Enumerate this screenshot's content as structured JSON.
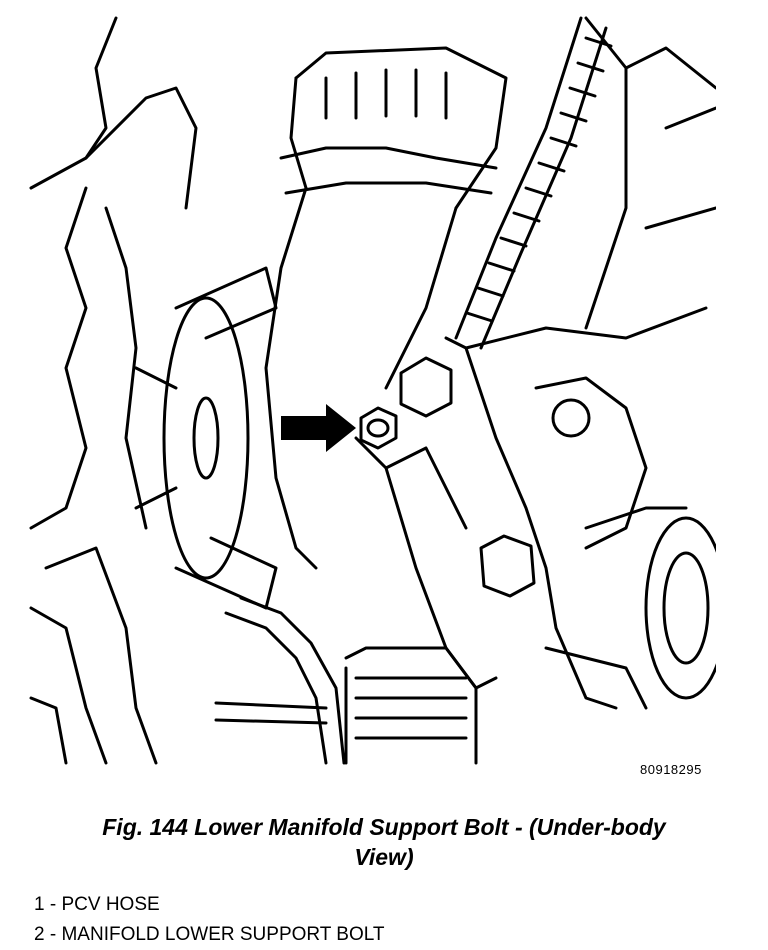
{
  "figure": {
    "code": "80918295"
  },
  "caption": {
    "line1": "Fig. 144 Lower Manifold Support Bolt - (Under-body",
    "line2": "View)"
  },
  "legend": [
    {
      "number": "1",
      "label": "PCV HOSE"
    },
    {
      "number": "2",
      "label": "MANIFOLD LOWER SUPPORT BOLT"
    }
  ]
}
